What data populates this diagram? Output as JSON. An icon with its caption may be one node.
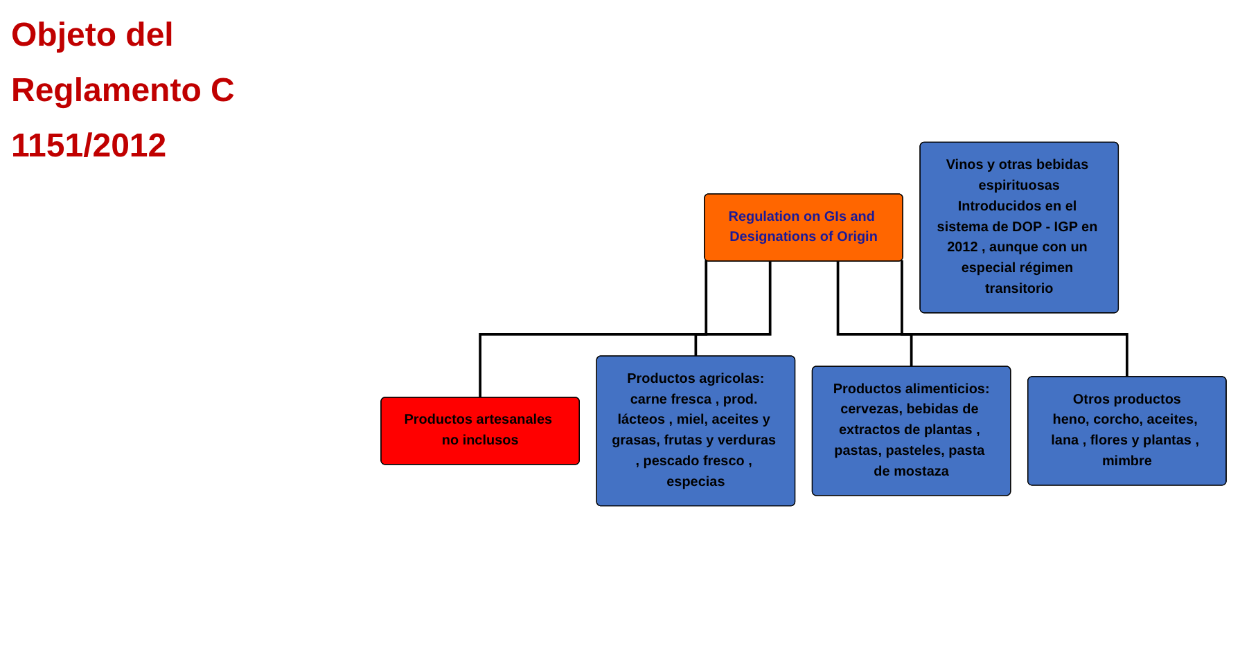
{
  "diagram": {
    "title": "Objeto del Reglamento C 1151/2012",
    "nodes": [
      {
        "text": [
          "Regulation on GIs and Designations of Origin"
        ]
      },
      {
        "text": [
          "Productos artesanales no inclusos"
        ]
      },
      {
        "text": [
          "Productos agricolas:",
          "carne fresca , prod. lácteos , miel, aceites y grasas, frutas y verduras , pescado fresco , especias"
        ]
      },
      {
        "text": [
          "Productos alimenticios:",
          "cervezas, bebidas de extractos de plantas , pastas, pasteles, pasta de mostaza"
        ]
      },
      {
        "text": [
          "Otros productos",
          "heno, corcho, aceites, lana , flores y plantas , mimbre"
        ]
      },
      {
        "text": [
          "Vinos y otras bebidas espirituosas",
          "Introducidos en el sistema de DOP - IGP en 2012 , aunque con un especial régimen transitorio"
        ]
      }
    ],
    "edges": [
      {
        "from": 0,
        "to": 1,
        "arrow": "none"
      },
      {
        "from": 0,
        "to": 2,
        "arrow": "none"
      },
      {
        "from": 0,
        "to": 3,
        "arrow": "none"
      },
      {
        "from": 0,
        "to": 4,
        "arrow": "none"
      }
    ]
  }
}
